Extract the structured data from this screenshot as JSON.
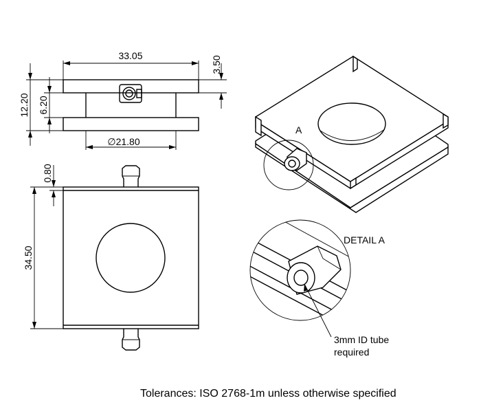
{
  "dimensions": {
    "width": "33.05",
    "plate_thickness": "3.50",
    "total_height": "12.20",
    "gap_height": "6.20",
    "bore_diameter": "21.80",
    "depth": "34.50",
    "offset": "0.80"
  },
  "symbols": {
    "diameter": "∅"
  },
  "labels": {
    "detail_marker": "A",
    "detail_title": "DETAIL A",
    "callout_line1": "3mm ID tube",
    "callout_line2": "required"
  },
  "footer": {
    "tolerances": "Tolerances: ISO 2768-1m unless otherwise specified"
  }
}
